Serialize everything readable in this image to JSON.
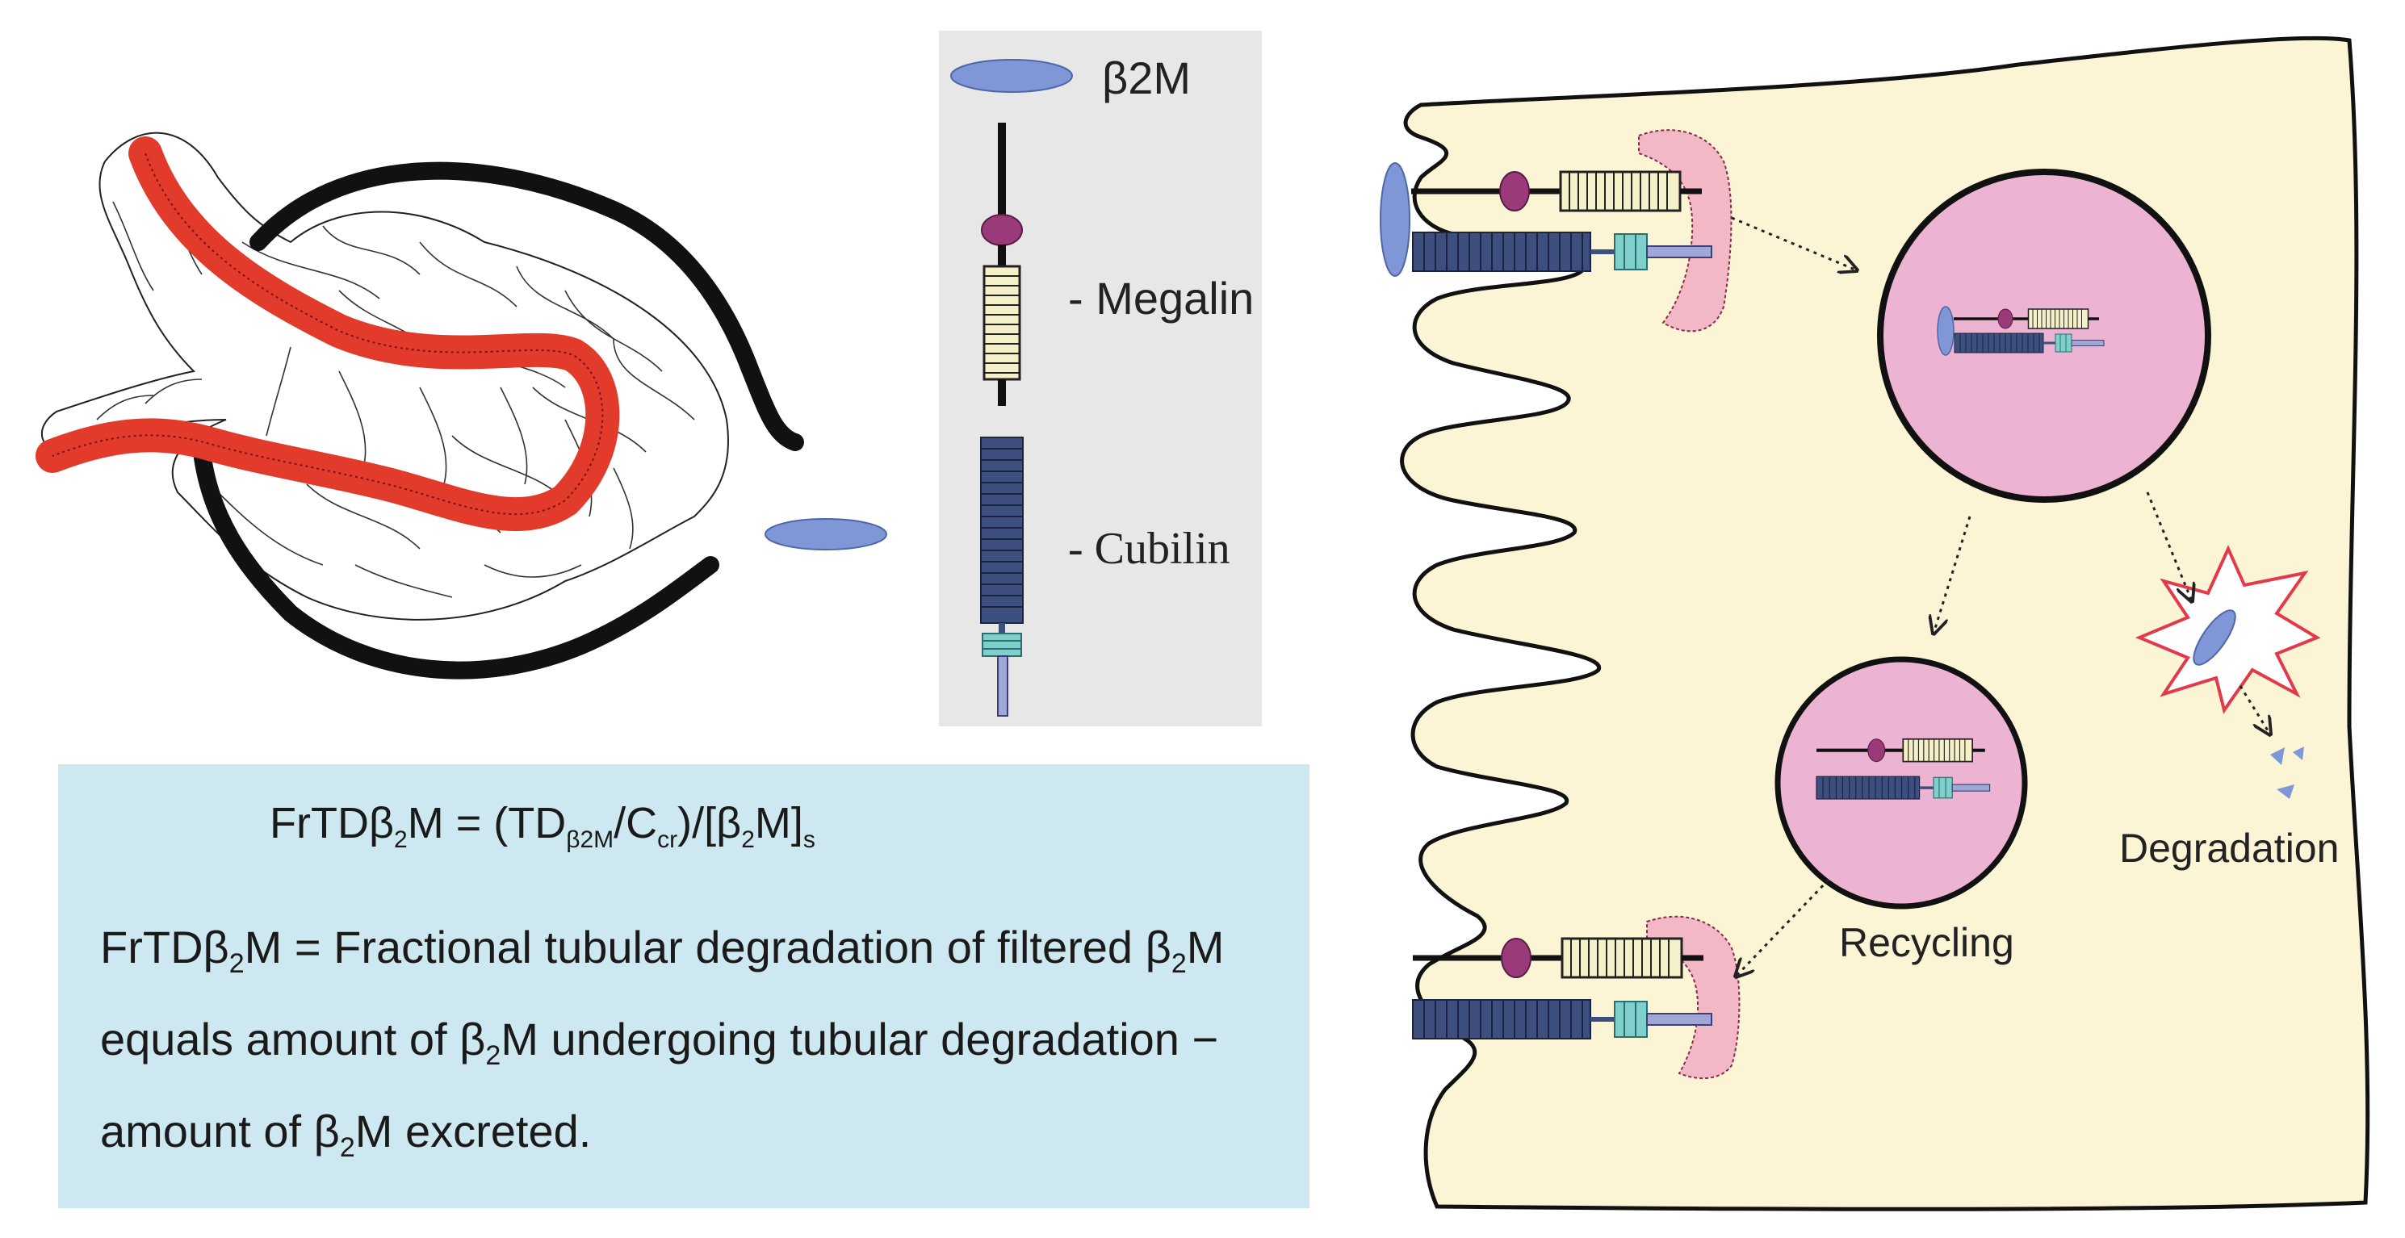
{
  "legend": {
    "b2m_label": "β2M",
    "megalin_label": "- Megalin",
    "cubilin_label": "- Cubilin"
  },
  "formula": {
    "lhs": "FrTDβ",
    "lhs_sub": "2",
    "lhs_tail": "M = (TD",
    "td_sub": "β2M",
    "slash": "/C",
    "ccr_sub": "cr",
    "middle": ")/[β",
    "b_sub": "2",
    "end": "M]",
    "s_sub": "s"
  },
  "definition": {
    "p1": "FrTDβ",
    "s1": "2",
    "p2": "M = Fractional tubular degradation of filtered β",
    "s2": "2",
    "p3": "M equals amount of β",
    "s3": "2",
    "p4": "M undergoing tubular degradation − amount of β",
    "s4": "2",
    "p5": "M excreted."
  },
  "cell_labels": {
    "recycling": "Recycling",
    "degradation": "Degradation"
  },
  "colors": {
    "tubule_red": "#e23a2b",
    "b2m_blue": "#7f97d6",
    "megalin_purple": "#9a3a78",
    "megalin_cream": "#f5f0c8",
    "cubilin_navy": "#3d4f7e",
    "cubilin_teal": "#7fd0cc",
    "cell_yellow": "#fbf5d5",
    "vesicle_pink": "#ecb4d2",
    "coated_pit_pink": "#f2b8c6",
    "legend_gray": "#e7e7e7",
    "box_blue": "#cde8f0",
    "degradation_red": "#e23a4a"
  }
}
